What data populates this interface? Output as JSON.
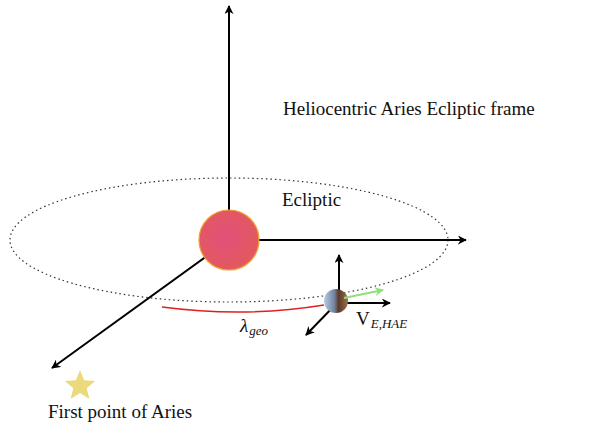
{
  "diagram": {
    "title": "Heliocentric Aries Ecliptic frame",
    "labels": [
      "Ecliptic",
      "V",
      "E,HAE",
      "λ",
      "geo",
      "First point of Aries"
    ]
  }
}
